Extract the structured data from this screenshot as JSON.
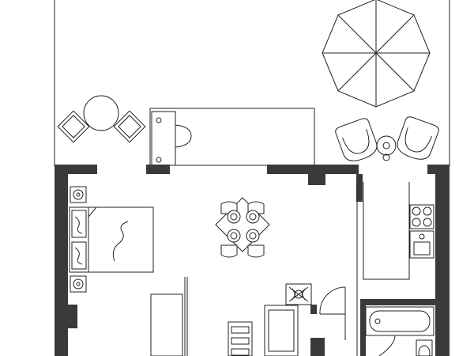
{
  "plan": {
    "rooms": [
      "terrace",
      "bedroom",
      "living-dining",
      "kitchen",
      "bathroom"
    ],
    "furniture": [
      "sun-umbrella",
      "garden-table",
      "lounge-chair",
      "garden-armchair",
      "double-bed",
      "nightstand",
      "dining-table",
      "dining-chair",
      "wardrobe",
      "armchair",
      "sofa",
      "bathtub",
      "toilet",
      "stove",
      "kitchen-sink",
      "plant",
      "swing-door"
    ],
    "colors": {
      "wall": "#3a3a3a",
      "line": "#222222",
      "background": "#ffffff"
    }
  }
}
